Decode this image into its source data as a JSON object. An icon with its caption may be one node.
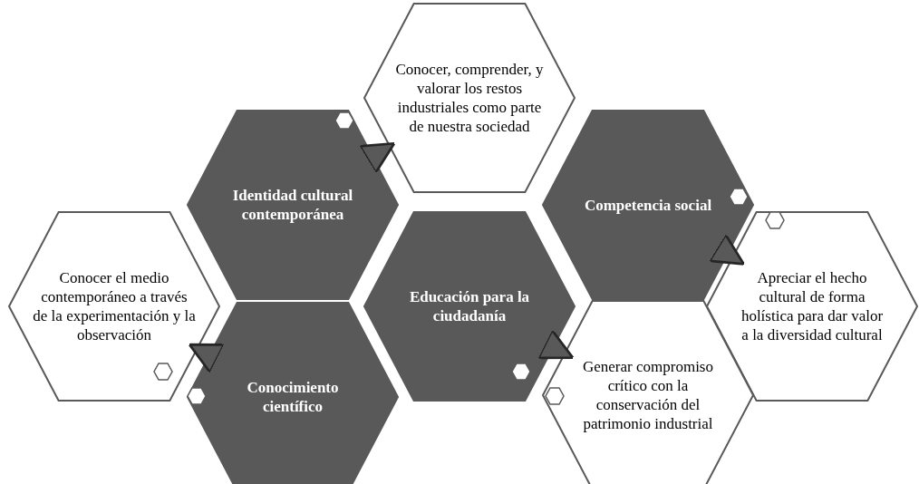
{
  "diagram": {
    "nodes": [
      {
        "text": [
          "Conocer, comprender, y valorar los restos industriales como parte de nuestra sociedad"
        ]
      },
      {
        "text": [
          "Identidad cultural contemporánea"
        ]
      },
      {
        "text": [
          "Competencia social"
        ]
      },
      {
        "text": [
          "Conocer el medio contemporáneo a través de la experimentación y la observación"
        ]
      },
      {
        "text": [
          "Educación para la ciudadanía"
        ]
      },
      {
        "text": [
          "Apreciar el hecho cultural de forma holística para dar valor a la diversidad cultural"
        ]
      },
      {
        "text": [
          "Generar compromiso crítico con la conservación del patrimonio industrial"
        ]
      },
      {
        "text": [
          "Conocimiento científico"
        ]
      }
    ],
    "edges": [
      {
        "from": 1,
        "to": 0,
        "arrow": "to"
      },
      {
        "from": 2,
        "to": 5,
        "arrow": "to"
      },
      {
        "from": 4,
        "to": 6,
        "arrow": "to"
      },
      {
        "from": 7,
        "to": 3,
        "arrow": "to"
      }
    ]
  }
}
